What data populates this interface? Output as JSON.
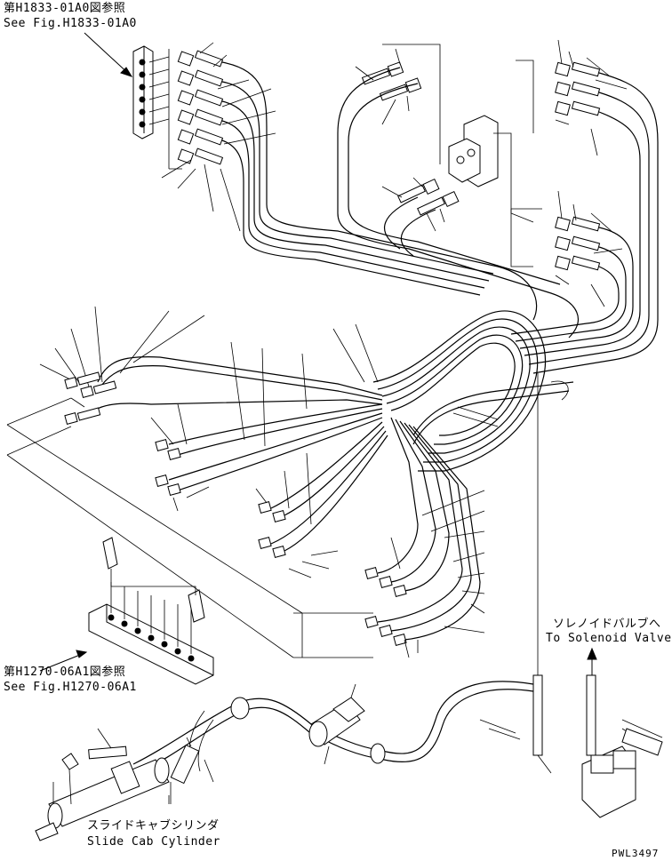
{
  "notes": {
    "top_ref_jp": "第H1833-01A0図参照",
    "top_ref_en": "See Fig.H1833-01A0",
    "mid_ref_jp": "第H1270-06A1図参照",
    "mid_ref_en": "See Fig.H1270-06A1",
    "solenoid_jp": "ソレノイドバルブへ",
    "solenoid_en": "To Solenoid Valve",
    "cylinder_jp": "スライドキャブシリンダ",
    "cylinder_en": "Slide Cab Cylinder",
    "drawing_code": "PWL3497"
  }
}
